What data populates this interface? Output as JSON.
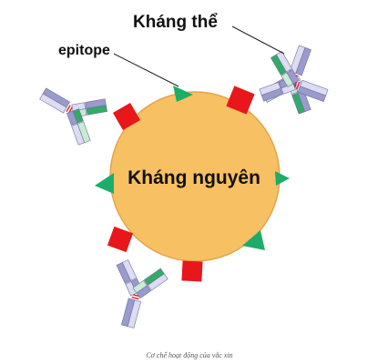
{
  "labels": {
    "antibody": "Kháng thể",
    "epitope": "epitope",
    "antigen": "Kháng nguyên"
  },
  "caption": "Cơ chế hoạt động của vắc xin",
  "colors": {
    "antigen_fill": "#F7C063",
    "antigen_stroke": "#E2A44A",
    "red_epitope": "#E8171B",
    "green_epitope": "#1BAD69",
    "ab_lavender": "#9A9ACC",
    "ab_pale_lavender": "#DCDCF2",
    "ab_green": "#34AA68",
    "ab_pale_green": "#C8EBD3",
    "ab_red_link": "#E8171B"
  },
  "icons": {
    "antigen": "antigen-sphere",
    "antibody": "y-shaped-antibody",
    "epitope_square": "square-epitope",
    "epitope_triangle": "triangle-epitope"
  }
}
